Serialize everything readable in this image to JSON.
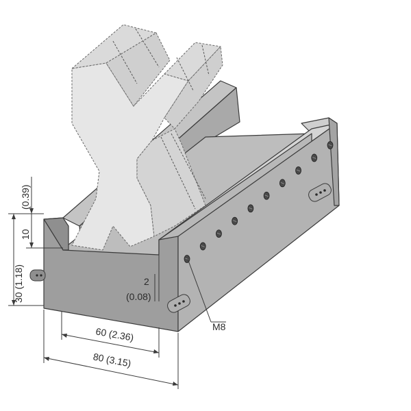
{
  "dimensions": {
    "outer_width": "80 (3.15)",
    "inner_width": "60 (2.36)",
    "total_height": "30 (1.18)",
    "groove_depth": "10",
    "groove_depth_inch": "(0.39)",
    "wall_step": "2",
    "wall_step_inch": "(0.08)"
  },
  "callouts": {
    "screw": "M8"
  },
  "colors": {
    "holder_front": "#9e9e9e",
    "holder_side": "#b5b5b5",
    "holder_top": "#cfcfcf",
    "holder_dark": "#8a8a8a",
    "die_face": "#e6e6e6",
    "die_shade": "#d2d2d2",
    "die_dark": "#bdbdbd",
    "screw": "#4a4a4a",
    "line": "#3a3a3a"
  }
}
